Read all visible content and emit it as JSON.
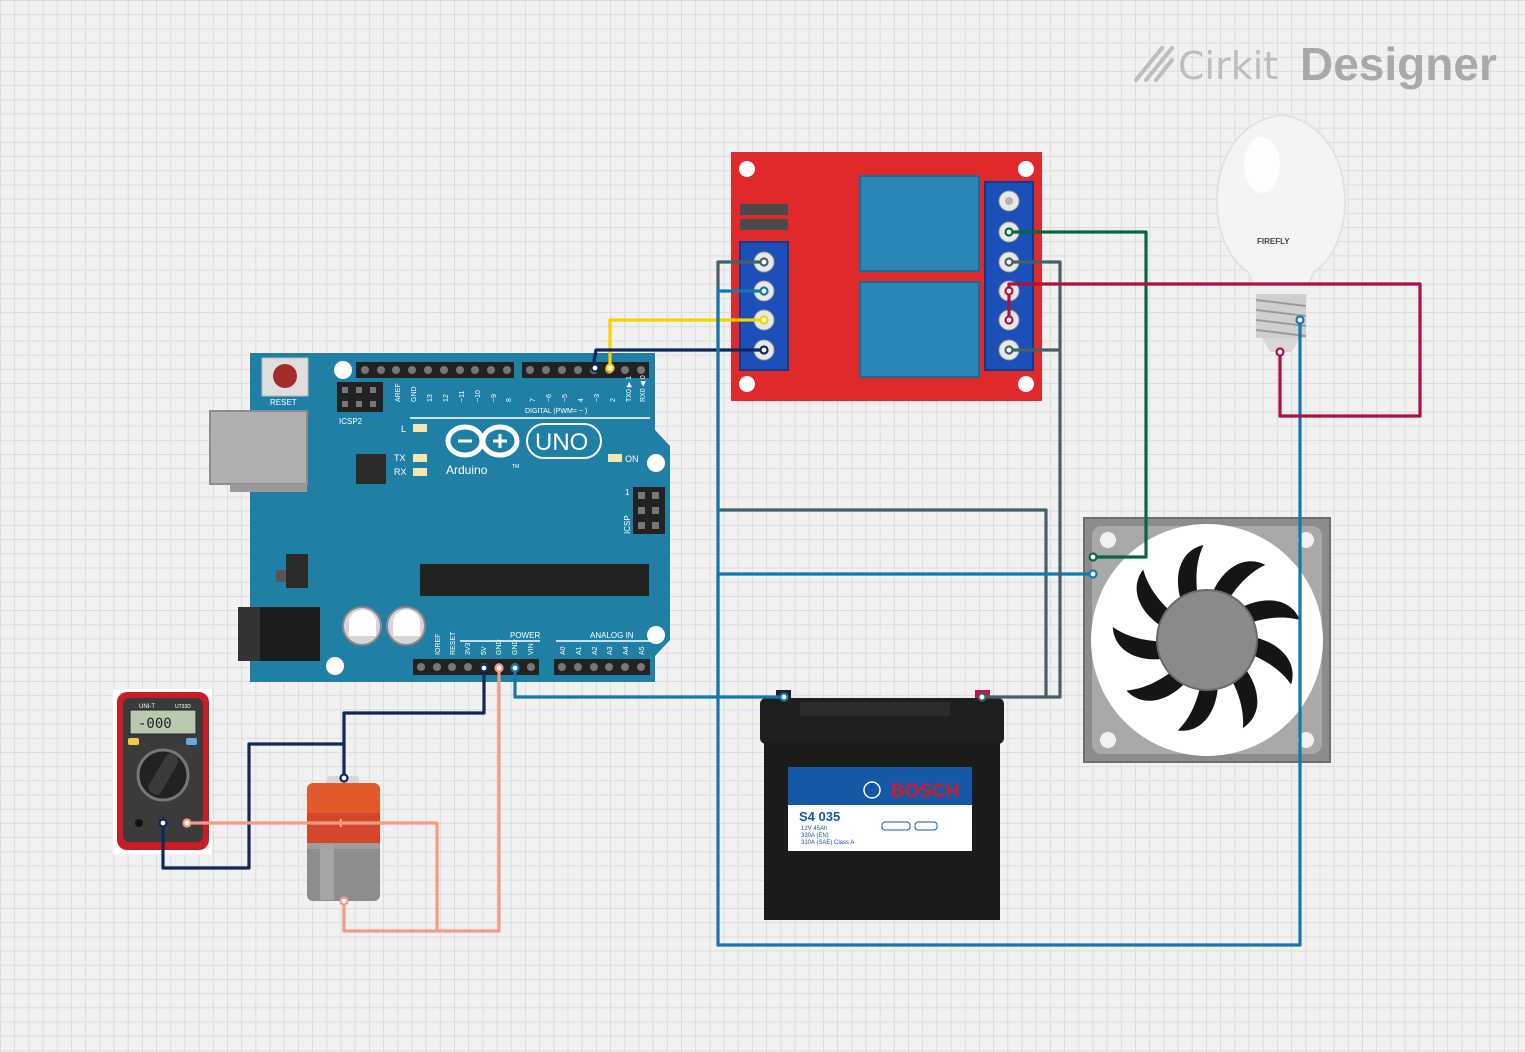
{
  "brand": {
    "prefix": "Cirkit",
    "suffix": "Designer"
  },
  "arduino": {
    "reset_label": "RESET",
    "icsp2_label": "ICSP2",
    "icsp_label": "ICSP",
    "icsp_pin1": "1",
    "logo_text": "Arduino",
    "tm": "TM",
    "model": "UNO",
    "digital_label": "DIGITAL (PWM= ~ )",
    "on_label": "ON",
    "led_l": "L",
    "led_tx": "TX",
    "led_rx": "RX",
    "top_pins": [
      "AREF",
      "GND",
      "13",
      "12",
      "~11",
      "~10",
      "~9",
      "8",
      "7",
      "~6",
      "~5",
      "4",
      "~3",
      "2",
      "TX0 ▶ 1",
      "RX0 ◀ 0"
    ],
    "power_label": "POWER",
    "analog_label": "ANALOG IN",
    "power_pins": [
      "IOREF",
      "RESET",
      "3V3",
      "5V",
      "GND",
      "GND",
      "VIN"
    ],
    "analog_pins": [
      "A0",
      "A1",
      "A2",
      "A3",
      "A4",
      "A5"
    ]
  },
  "multimeter": {
    "brand": "UNI-T",
    "model": "UT33D",
    "display": "-000"
  },
  "lightbulb": {
    "brand": "FIREFLY"
  },
  "car_battery": {
    "brand": "BOSCH",
    "model": "S4 035",
    "spec_lines": [
      "12V 45Ah",
      "330A (EN)",
      "310A (SAE)  Class A"
    ]
  },
  "colors": {
    "arduino": "#1f7fa4",
    "relay_board": "#e0292b",
    "relay_block": "#2b86b8",
    "terminal": "#1d4fb8",
    "wire_dark_teal": "#46606a",
    "wire_blue": "#1278b0",
    "wire_yellow": "#f5d200",
    "wire_navy": "#10275a",
    "wire_green": "#0b6640",
    "wire_crimson": "#b0103f",
    "wire_salmon": "#f59a85"
  }
}
